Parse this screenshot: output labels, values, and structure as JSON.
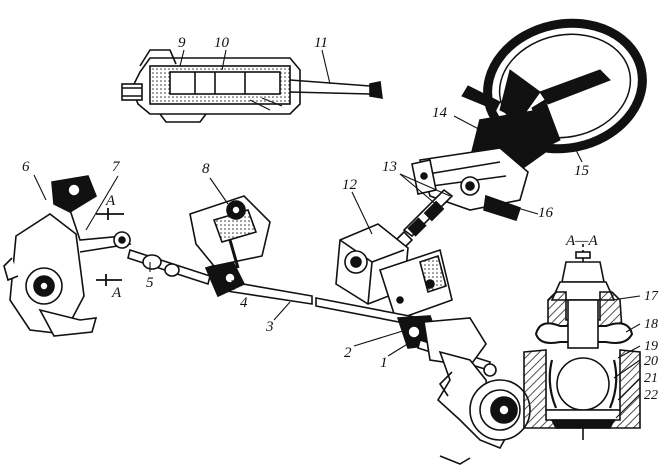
{
  "figure": {
    "callouts": [
      "1",
      "2",
      "3",
      "4",
      "5",
      "6",
      "7",
      "8",
      "9",
      "10",
      "11",
      "12",
      "13",
      "14",
      "15",
      "16",
      "17",
      "18",
      "19",
      "20",
      "21",
      "22"
    ],
    "section_marks": [
      "A",
      "A"
    ],
    "section_title": "A—A"
  },
  "colors": {
    "ink": "#111111",
    "paper": "#ffffff",
    "hatch": "#222222"
  }
}
